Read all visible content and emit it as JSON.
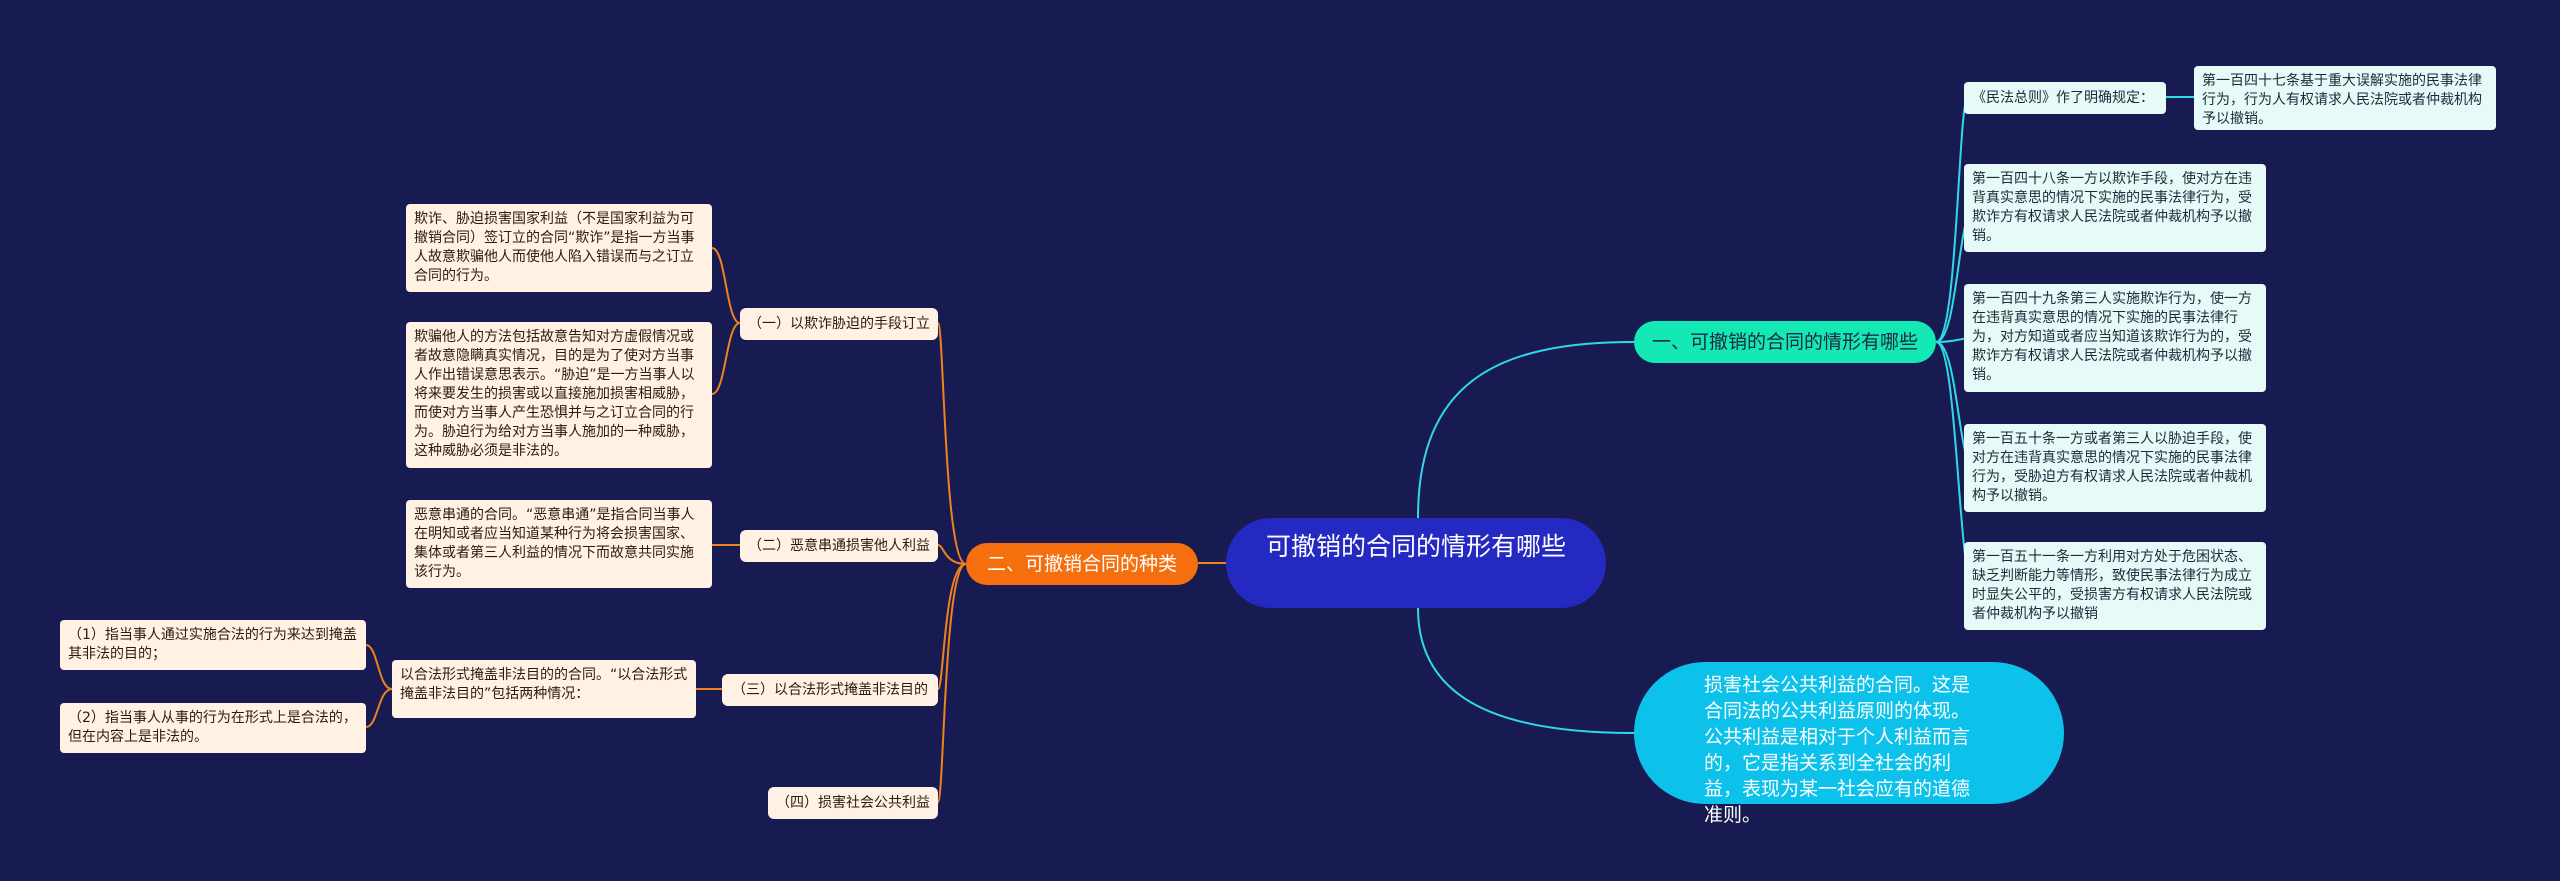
{
  "center": {
    "title": "可撤销的合同的情形有哪些"
  },
  "branch_right": {
    "title": "一、可撤销的合同的情形有哪些",
    "intro": "《民法总则》作了明确规定：",
    "articles": [
      "第一百四十七条基于重大误解实施的民事法律行为，行为人有权请求人民法院或者仲裁机构予以撤销。",
      "第一百四十八条一方以欺诈手段，使对方在违背真实意思的情况下实施的民事法律行为，受欺诈方有权请求人民法院或者仲裁机构予以撤销。",
      "第一百四十九条第三人实施欺诈行为，使一方在违背真实意思的情况下实施的民事法律行为，对方知道或者应当知道该欺诈行为的，受欺诈方有权请求人民法院或者仲裁机构予以撤销。",
      "第一百五十条一方或者第三人以胁迫手段，使对方在违背真实意思的情况下实施的民事法律行为，受胁迫方有权请求人民法院或者仲裁机构予以撤销。",
      "第一百五十一条一方利用对方处于危困状态、缺乏判断能力等情形，致使民事法律行为成立时显失公平的，受损害方有权请求人民法院或者仲裁机构予以撤销"
    ]
  },
  "bubble_right": {
    "text": "损害社会公共利益的合同。这是合同法的公共利益原则的体现。公共利益是相对于个人利益而言的，它是指关系到全社会的利益，表现为某一社会应有的道德准则。"
  },
  "branch_left": {
    "title": "二、可撤销合同的种类",
    "types": [
      {
        "label": "（一）以欺诈胁迫的手段订立"
      },
      {
        "label": "（二）恶意串通损害他人利益"
      },
      {
        "label": "（三）以合法形式掩盖非法目的"
      },
      {
        "label": "（四）损害社会公共利益"
      }
    ],
    "details": {
      "fraud_1": "欺诈、胁迫损害国家利益（不是国家利益为可撤销合同）签订立的合同“欺诈”是指一方当事人故意欺骗他人而使他人陷入错误而与之订立合同的行为。",
      "fraud_2": "欺骗他人的方法包括故意告知对方虚假情况或者故意隐瞒真实情况，目的是为了使对方当事人作出错误意思表示。“胁迫”是一方当事人以将来要发生的损害或以直接施加损害相威胁，而使对方当事人产生恐惧并与之订立合同的行为。胁迫行为给对方当事人施加的一种威胁，这种威胁必须是非法的。",
      "collusion": "恶意串通的合同。“恶意串通”是指合同当事人在明知或者应当知道某种行为将会损害国家、集体或者第三人利益的情况下而故意共同实施该行为。",
      "legal_form": "以合法形式掩盖非法目的的合同。“以合法形式掩盖非法目的”包括两种情况：",
      "legal_form_1": "（1）指当事人通过实施合法的行为来达到掩盖其非法的目的；",
      "legal_form_2": "（2）指当事人从事的行为在形式上是合法的，但在内容上是非法的。"
    }
  },
  "colors": {
    "background": "#181a52",
    "center": "#2429c2",
    "branch_right": "#14e8b4",
    "branch_left": "#f66f0f",
    "bubble": "#0cc2ea",
    "link_cyan": "#2fd8e8",
    "link_orange": "#f0821e"
  }
}
